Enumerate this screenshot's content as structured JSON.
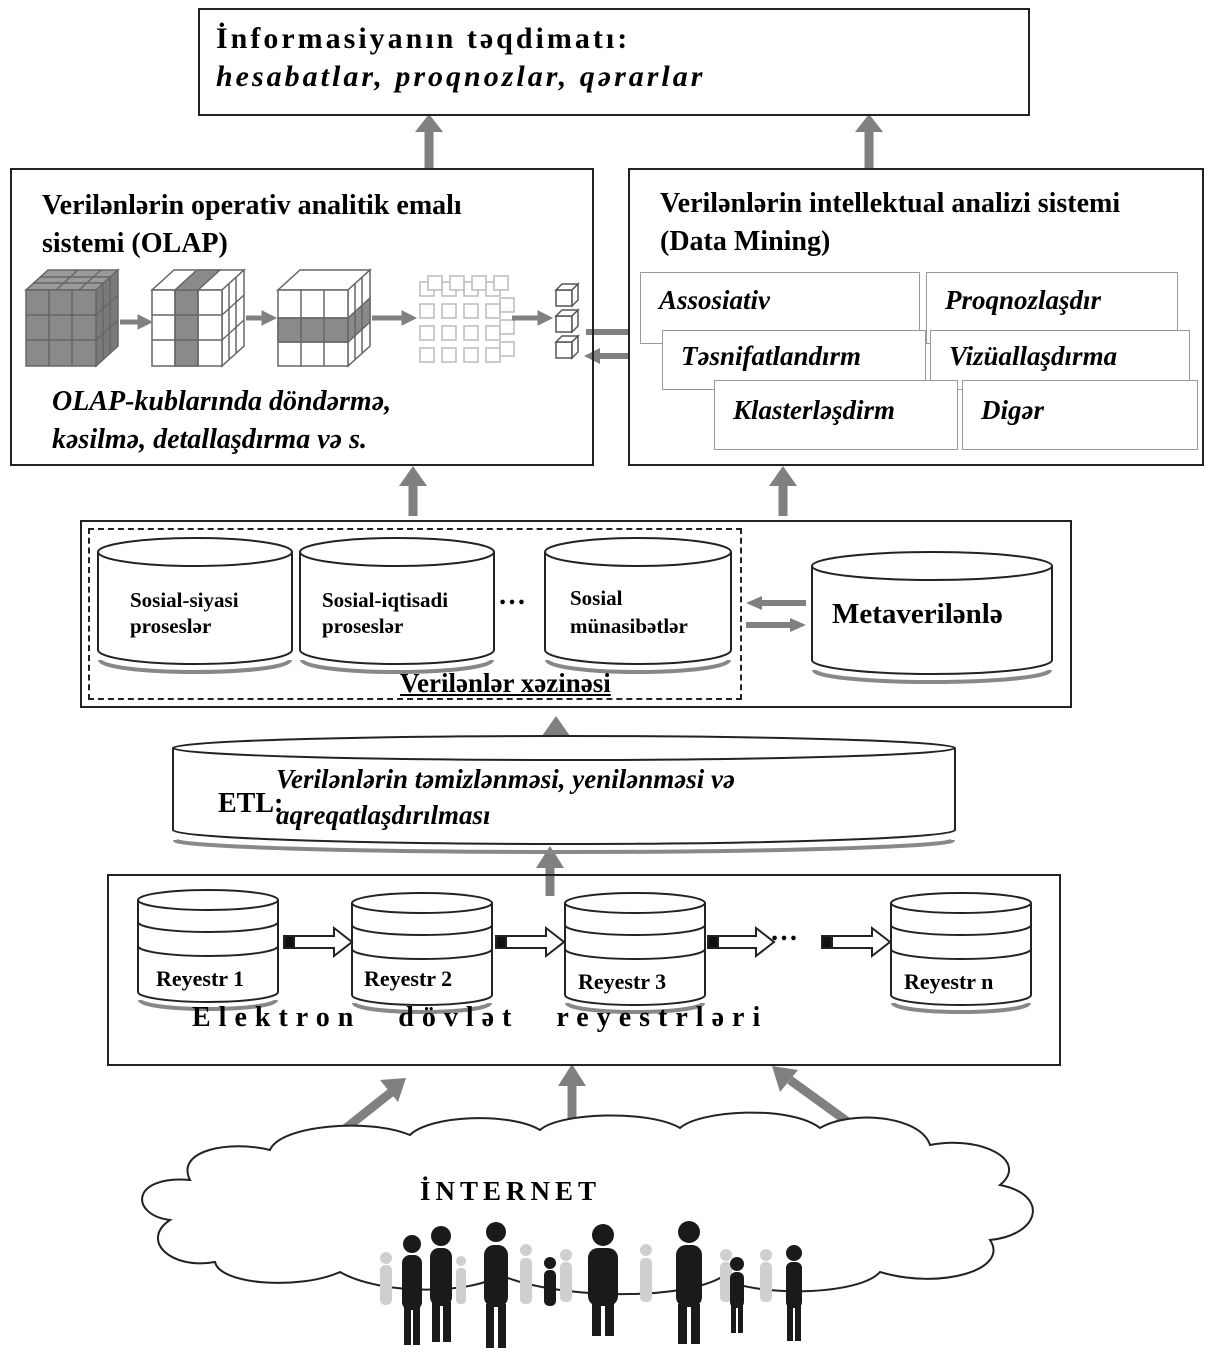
{
  "top": {
    "line1": "İnformasiyanın təqdimatı:",
    "line2": "hesabatlar, proqnozlar, qərarlar"
  },
  "olap": {
    "title_line1": "Verilənlərin operativ analitik emalı",
    "title_line2": "sistemi (OLAP)",
    "caption_line1": "OLAP-kublarında döndərmə,",
    "caption_line2": "kəsilmə, detallaşdırma və s."
  },
  "mining": {
    "title_line1": "Verilənlərin intellektual analizi sistemi",
    "title_line2": "(Data Mining)",
    "cards": [
      "Assosiativ",
      "Proqnozlaşdır",
      "Təsnifatlandırm",
      "Vizüallaşdırma",
      "Klasterləşdirm",
      "Digər"
    ]
  },
  "warehouse": {
    "dbs": [
      {
        "line1": "Sosial-siyasi",
        "line2": "proseslər"
      },
      {
        "line1": "Sosial-iqtisadi",
        "line2": "proseslər"
      },
      {
        "line1": "Sosial",
        "line2": "münasibətlər"
      }
    ],
    "ellipsis": "…",
    "meta": "Metaverilənlə",
    "label": "Verilənlər xəzinəsi"
  },
  "etl": {
    "prefix": "ETL:",
    "line1": "Verilənlərin təmizlənməsi, yenilənməsi və",
    "line2": "aqreqatlaşdırılması"
  },
  "registry": {
    "items": [
      "Reyestr 1",
      "Reyestr 2",
      "Reyestr 3",
      "Reyestr n"
    ],
    "ellipsis": "…",
    "label": "Elektron dövlət reyestrləri"
  },
  "internet": {
    "label": "İNTERNET"
  },
  "colors": {
    "arrow": "#808080",
    "cube_dark": "#808080",
    "border": "#222222"
  }
}
